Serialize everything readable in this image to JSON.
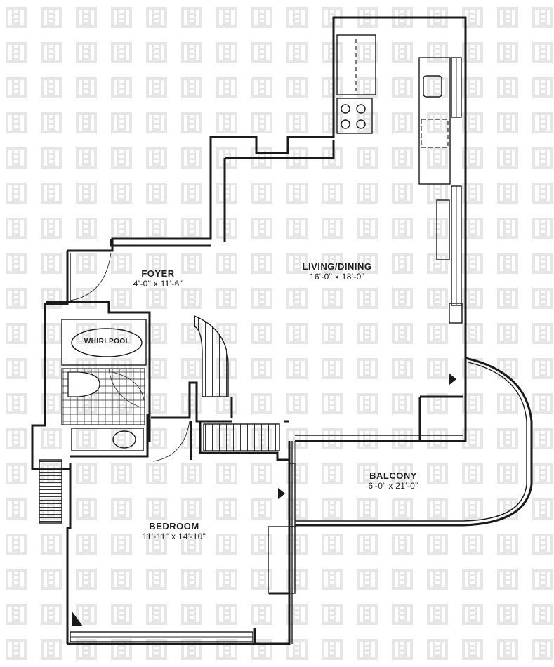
{
  "plan": {
    "rooms": [
      {
        "id": "foyer",
        "name": "FOYER",
        "dimensions": "4'-0\" x 11'-6\""
      },
      {
        "id": "living",
        "name": "LIVING/DINING",
        "dimensions": "16'-0\" x 18'-0\""
      },
      {
        "id": "balcony",
        "name": "BALCONY",
        "dimensions": "6'-0\" x 21'-0\""
      },
      {
        "id": "bedroom",
        "name": "BEDROOM",
        "dimensions": "11'-11\" x 14'-10\""
      }
    ],
    "fixtures": {
      "whirlpool": "WHIRLPOOL"
    },
    "colors": {
      "wall": "#1a1a1a",
      "watermark": "#e4e4e4",
      "background": "#ffffff"
    }
  }
}
